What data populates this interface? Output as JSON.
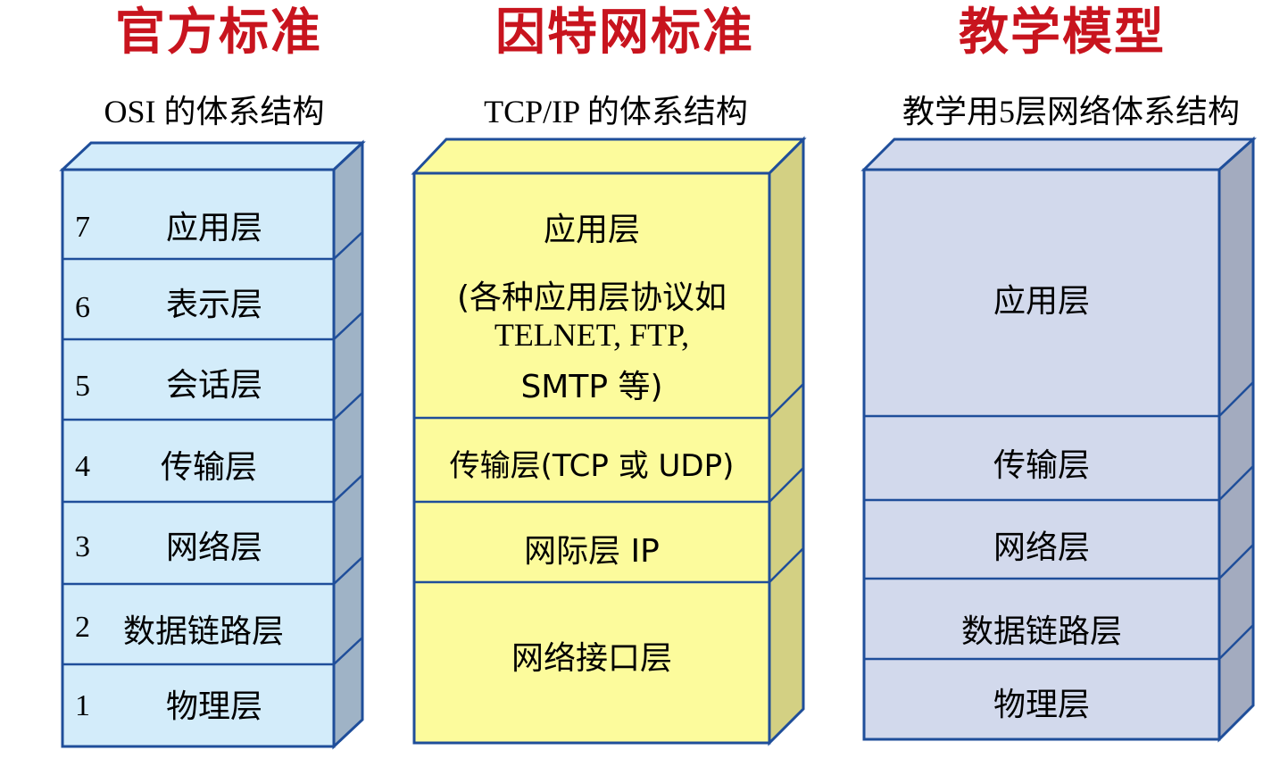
{
  "columns": [
    {
      "heading": "官方标准",
      "subtitle": "OSI 的体系结构",
      "layers": [
        {
          "number": "7",
          "label": "应用层"
        },
        {
          "number": "6",
          "label": "表示层"
        },
        {
          "number": "5",
          "label": "会话层"
        },
        {
          "number": "4",
          "label": "传输层"
        },
        {
          "number": "3",
          "label": "网络层"
        },
        {
          "number": "2",
          "label": "数据链路层"
        },
        {
          "number": "1",
          "label": "物理层"
        }
      ],
      "colors": {
        "front": "#d3ecfa",
        "top": "#d3ecfa",
        "side": "#9fb3c6",
        "border": "#1f4e9a"
      }
    },
    {
      "heading": "因特网标准",
      "subtitle": "TCP/IP 的体系结构",
      "layers": [
        {
          "label": "应用层",
          "note_lines": [
            "(各种应用层协议如",
            "TELNET, FTP,",
            "SMTP 等)"
          ]
        },
        {
          "label": "传输层(TCP 或 UDP)"
        },
        {
          "label": "网际层 IP"
        },
        {
          "label": "网络接口层"
        }
      ],
      "colors": {
        "front": "#fcfb9c",
        "top": "#fcfb9c",
        "side": "#d3d083",
        "border": "#1f4e9a"
      }
    },
    {
      "heading": "教学模型",
      "subtitle": "教学用5层网络体系结构",
      "layers": [
        {
          "label": "应用层"
        },
        {
          "label": "传输层"
        },
        {
          "label": "网络层"
        },
        {
          "label": "数据链路层"
        },
        {
          "label": "物理层"
        }
      ],
      "colors": {
        "front": "#d2d9ec",
        "top": "#d2d9ec",
        "side": "#a3abbf",
        "border": "#1f4e9a"
      }
    }
  ]
}
